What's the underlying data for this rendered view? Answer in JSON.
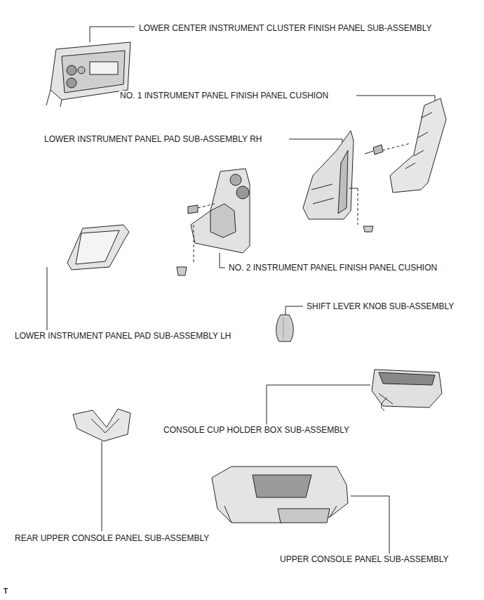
{
  "diagram": {
    "labels": [
      "LOWER CENTER INSTRUMENT CLUSTER FINISH PANEL SUB-ASSEMBLY",
      "NO. 1 INSTRUMENT PANEL FINISH PANEL CUSHION",
      "LOWER INSTRUMENT PANEL PAD SUB-ASSEMBLY RH",
      "NO. 2 INSTRUMENT PANEL FINISH PANEL CUSHION",
      "SHIFT LEVER KNOB SUB-ASSEMBLY",
      "LOWER INSTRUMENT PANEL PAD SUB-ASSEMBLY LH",
      "CONSOLE CUP HOLDER BOX SUB-ASSEMBLY",
      "REAR UPPER CONSOLE PANEL SUB-ASSEMBLY",
      "UPPER CONSOLE PANEL SUB-ASSEMBLY",
      "T"
    ]
  }
}
